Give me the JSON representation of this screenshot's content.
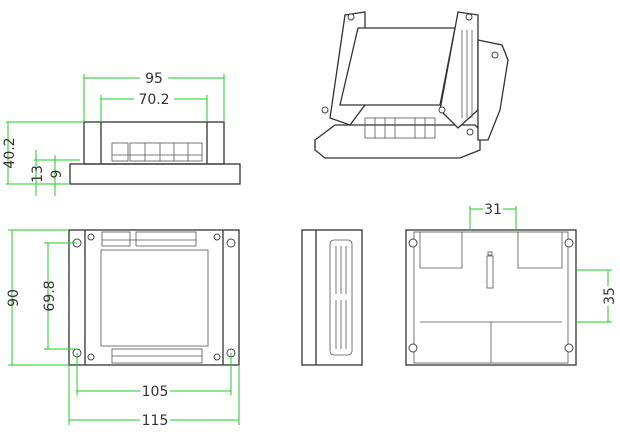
{
  "diagram": {
    "type": "technical-drawing",
    "subject": "DIN-rail enclosure module dimensions",
    "units": "mm",
    "dimension_color": "#22cc22",
    "line_color": "#333333",
    "views": {
      "front_elevation": {
        "label": "front-elevation",
        "dims": {
          "overall_width": "95",
          "inner_width": "70.2",
          "overall_height": "40.2",
          "flange_height": "13",
          "base_height": "9"
        }
      },
      "isometric": {
        "label": "isometric-view"
      },
      "top_plan": {
        "label": "top-plan",
        "dims": {
          "height": "90",
          "hole_spacing_vertical": "69.8",
          "hole_spacing_horizontal": "105",
          "overall_width": "115"
        }
      },
      "side_view": {
        "label": "side-view"
      },
      "bottom_view": {
        "label": "bottom-view",
        "dims": {
          "slot_width": "31",
          "rail_height": "35"
        }
      }
    }
  }
}
